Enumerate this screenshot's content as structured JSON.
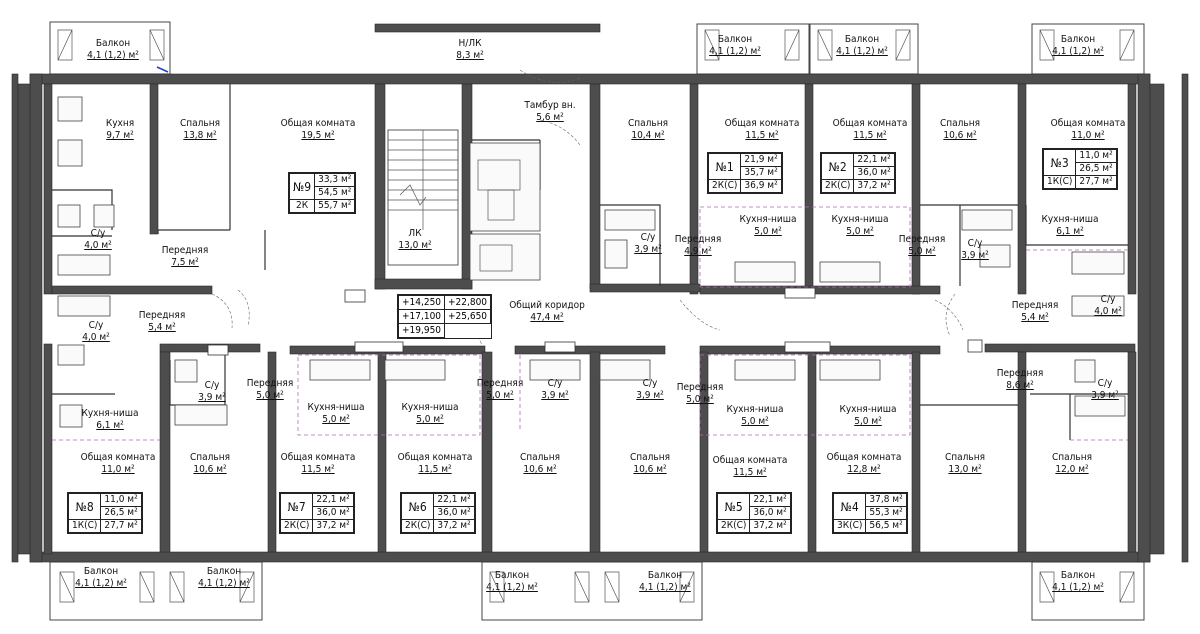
{
  "plan": {
    "levels": [
      "+14,250",
      "+22,800",
      "+17,100",
      "+25,650",
      "+19,950"
    ],
    "rooms": [
      {
        "name": "Балкон",
        "area": "4,1 (1,2) м²"
      },
      {
        "name": "Балкон",
        "area": "4,1 (1,2) м²"
      },
      {
        "name": "Балкон",
        "area": "4,1 (1,2) м²"
      },
      {
        "name": "Балкон",
        "area": "4,1 (1,2) м²"
      },
      {
        "name": "Н/ЛК",
        "area": "8,3 м²"
      },
      {
        "name": "Кухня",
        "area": "9,7 м²"
      },
      {
        "name": "Спальня",
        "area": "13,8 м²"
      },
      {
        "name": "Общая комната",
        "area": "19,5 м²"
      },
      {
        "name": "Тамбур вн.",
        "area": "5,6 м²"
      },
      {
        "name": "Спальня",
        "area": "10,4 м²"
      },
      {
        "name": "Общая комната",
        "area": "11,5 м²"
      },
      {
        "name": "Общая комната",
        "area": "11,5 м²"
      },
      {
        "name": "Спальня",
        "area": "10,6 м²"
      },
      {
        "name": "Общая комната",
        "area": "11,0 м²"
      },
      {
        "name": "С/у",
        "area": "4,0 м²"
      },
      {
        "name": "Передняя",
        "area": "7,5 м²"
      },
      {
        "name": "ЛК",
        "area": "13,0 м²"
      },
      {
        "name": "С/у",
        "area": "3,9 м²"
      },
      {
        "name": "Передняя",
        "area": "4,9 м²"
      },
      {
        "name": "Кухня-ниша",
        "area": "5,0 м²"
      },
      {
        "name": "Кухня-ниша",
        "area": "5,0 м²"
      },
      {
        "name": "Передняя",
        "area": "5,0 м²"
      },
      {
        "name": "С/у",
        "area": "3,9 м²"
      },
      {
        "name": "Кухня-ниша",
        "area": "6,1 м²"
      },
      {
        "name": "Передняя",
        "area": "5,4 м²"
      },
      {
        "name": "Общий коридор",
        "area": "47,4 м²"
      },
      {
        "name": "С/у",
        "area": "4,0 м²"
      },
      {
        "name": "Передняя",
        "area": "5,4 м²"
      },
      {
        "name": "С/у",
        "area": "4,0 м²"
      },
      {
        "name": "С/у",
        "area": "3,9 м²"
      },
      {
        "name": "Передняя",
        "area": "5,0 м²"
      },
      {
        "name": "Передняя",
        "area": "5,0 м²"
      },
      {
        "name": "С/у",
        "area": "3,9 м²"
      },
      {
        "name": "С/у",
        "area": "3,9 м²"
      },
      {
        "name": "Передняя",
        "area": "5,0 м²"
      },
      {
        "name": "Передняя",
        "area": "8,6 м²"
      },
      {
        "name": "С/у",
        "area": "3,9 м²"
      },
      {
        "name": "Кухня-ниша",
        "area": "6,1 м²"
      },
      {
        "name": "Кухня-ниша",
        "area": "5,0 м²"
      },
      {
        "name": "Кухня-ниша",
        "area": "5,0 м²"
      },
      {
        "name": "Кухня-ниша",
        "area": "5,0 м²"
      },
      {
        "name": "Кухня-ниша",
        "area": "5,0 м²"
      },
      {
        "name": "Общая комната",
        "area": "11,0 м²"
      },
      {
        "name": "Спальня",
        "area": "10,6 м²"
      },
      {
        "name": "Общая комната",
        "area": "11,5 м²"
      },
      {
        "name": "Общая комната",
        "area": "11,5 м²"
      },
      {
        "name": "Спальня",
        "area": "10,6 м²"
      },
      {
        "name": "Спальня",
        "area": "10,6 м²"
      },
      {
        "name": "Общая комната",
        "area": "11,5 м²"
      },
      {
        "name": "Общая комната",
        "area": "12,8 м²"
      },
      {
        "name": "Спальня",
        "area": "13,0 м²"
      },
      {
        "name": "Спальня",
        "area": "12,0 м²"
      },
      {
        "name": "Балкон",
        "area": "4,1 (1,2) м²"
      },
      {
        "name": "Балкон",
        "area": "4,1 (1,2) м²"
      },
      {
        "name": "Балкон",
        "area": "4,1 (1,2) м²"
      },
      {
        "name": "Балкон",
        "area": "4,1 (1,2) м²"
      },
      {
        "name": "Балкон",
        "area": "4,1 (1,2) м²"
      }
    ],
    "apartments": [
      {
        "number": "№9",
        "type": "2К",
        "areas": [
          "33,3 м²",
          "54,5 м²",
          "55,7 м²"
        ]
      },
      {
        "number": "№1",
        "type": "2К(С)",
        "areas": [
          "21,9 м²",
          "35,7 м²",
          "36,9 м²"
        ]
      },
      {
        "number": "№2",
        "type": "2К(С)",
        "areas": [
          "22,1 м²",
          "36,0 м²",
          "37,2 м²"
        ]
      },
      {
        "number": "№3",
        "type": "1К(С)",
        "areas": [
          "11,0 м²",
          "26,5 м²",
          "27,7 м²"
        ]
      },
      {
        "number": "№8",
        "type": "1К(С)",
        "areas": [
          "11,0 м²",
          "26,5 м²",
          "27,7 м²"
        ]
      },
      {
        "number": "№7",
        "type": "2К(С)",
        "areas": [
          "22,1 м²",
          "36,0 м²",
          "37,2 м²"
        ]
      },
      {
        "number": "№6",
        "type": "2К(С)",
        "areas": [
          "22,1 м²",
          "36,0 м²",
          "37,2 м²"
        ]
      },
      {
        "number": "№5",
        "type": "2К(С)",
        "areas": [
          "22,1 м²",
          "36,0 м²",
          "37,2 м²"
        ]
      },
      {
        "number": "№4",
        "type": "3К(С)",
        "areas": [
          "37,8 м²",
          "55,3 м²",
          "56,5 м²"
        ]
      }
    ]
  }
}
